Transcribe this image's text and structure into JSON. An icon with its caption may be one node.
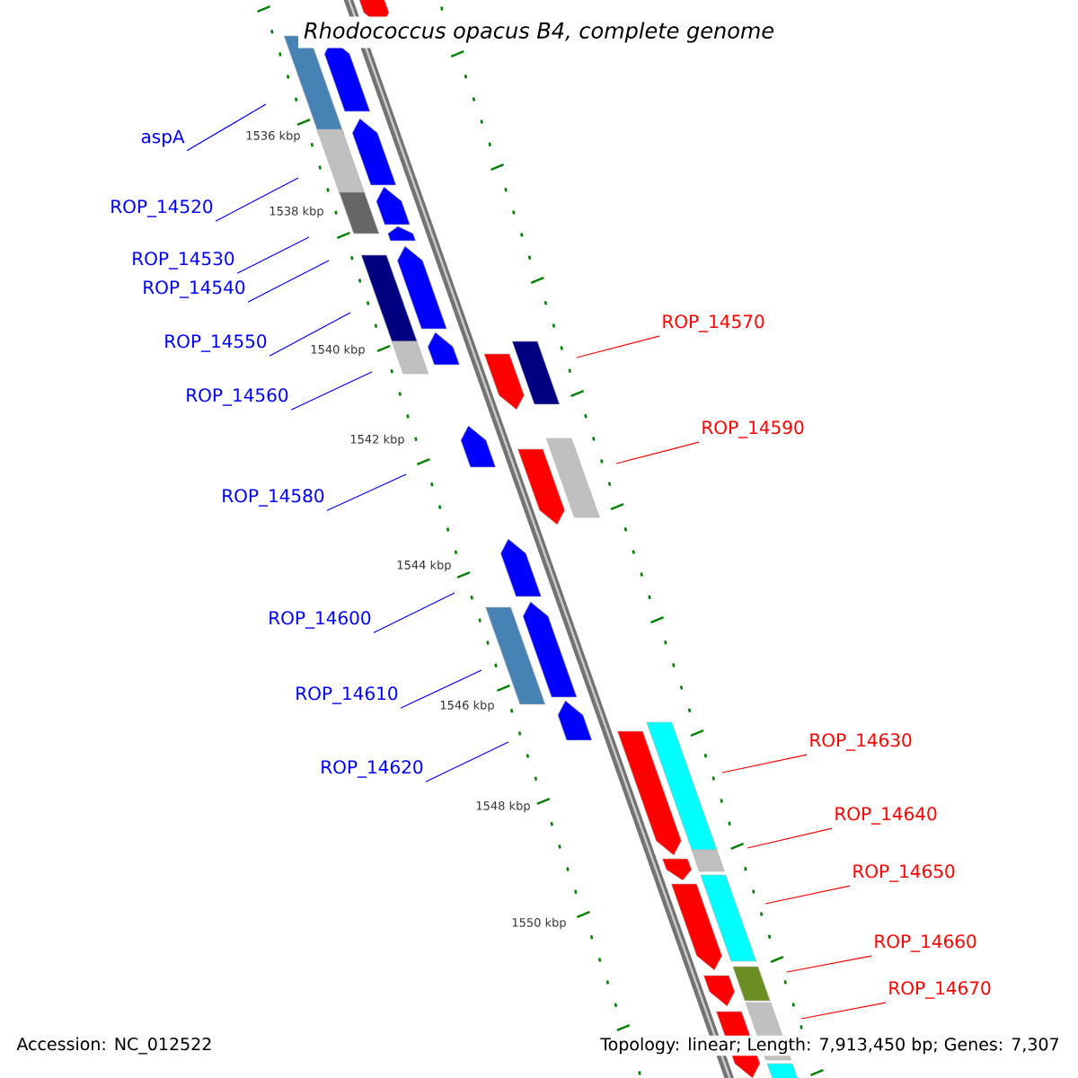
{
  "diagram": {
    "title": "*Rhodococcus opacus* B4, complete genome",
    "nodes": [
      {
        "text": [
          "aspA"
        ]
      },
      {
        "text": [
          "ROP_14520"
        ]
      },
      {
        "text": [
          "ROP_14530"
        ]
      },
      {
        "text": [
          "ROP_14540"
        ]
      },
      {
        "text": [
          "ROP_14550"
        ]
      },
      {
        "text": [
          "ROP_14560"
        ]
      },
      {
        "text": [
          "ROP_14570"
        ]
      },
      {
        "text": [
          "ROP_14580"
        ]
      },
      {
        "text": [
          "ROP_14590"
        ]
      },
      {
        "text": [
          "ROP_14600"
        ]
      },
      {
        "text": [
          "ROP_14610"
        ]
      },
      {
        "text": [
          "ROP_14620"
        ]
      },
      {
        "text": [
          "ROP_14630"
        ]
      },
      {
        "text": [
          "ROP_14640"
        ]
      },
      {
        "text": [
          "ROP_14650"
        ]
      },
      {
        "text": [
          "ROP_14660"
        ]
      },
      {
        "text": [
          "ROP_14670"
        ]
      }
    ],
    "edges": [
      {
        "from": 0,
        "to": null,
        "arrow": "none"
      },
      {
        "from": 1,
        "to": null,
        "arrow": "none"
      },
      {
        "from": 2,
        "to": null,
        "arrow": "none"
      },
      {
        "from": 3,
        "to": null,
        "arrow": "none"
      },
      {
        "from": 4,
        "to": null,
        "arrow": "none"
      },
      {
        "from": 5,
        "to": null,
        "arrow": "none"
      },
      {
        "from": 6,
        "to": null,
        "arrow": "none",
        "color": "#ff0000"
      },
      {
        "from": 7,
        "to": null,
        "arrow": "none"
      },
      {
        "from": 8,
        "to": null,
        "arrow": "none",
        "color": "#ff0000"
      },
      {
        "from": 9,
        "to": null,
        "arrow": "none"
      },
      {
        "from": 10,
        "to": null,
        "arrow": "none"
      },
      {
        "from": 11,
        "to": null,
        "arrow": "none"
      },
      {
        "from": 12,
        "to": null,
        "arrow": "none",
        "color": "#ff0000"
      },
      {
        "from": 13,
        "to": null,
        "arrow": "none",
        "color": "#ff0000"
      },
      {
        "from": 14,
        "to": null,
        "arrow": "none",
        "color": "#ff0000"
      },
      {
        "from": 15,
        "to": null,
        "arrow": "none",
        "color": "#ff0000"
      },
      {
        "from": 16,
        "to": null,
        "arrow": "none",
        "color": "#ff0000"
      }
    ],
    "labels": [
      "1536 kbp",
      "1538 kbp",
      "1540 kbp",
      "1542 kbp",
      "1544 kbp",
      "1546 kbp",
      "1548 kbp",
      "1550 kbp",
      "Accession: NC_012522",
      "Topology: linear; Length: 7,913,450 bp; Genes: 7,307"
    ]
  }
}
